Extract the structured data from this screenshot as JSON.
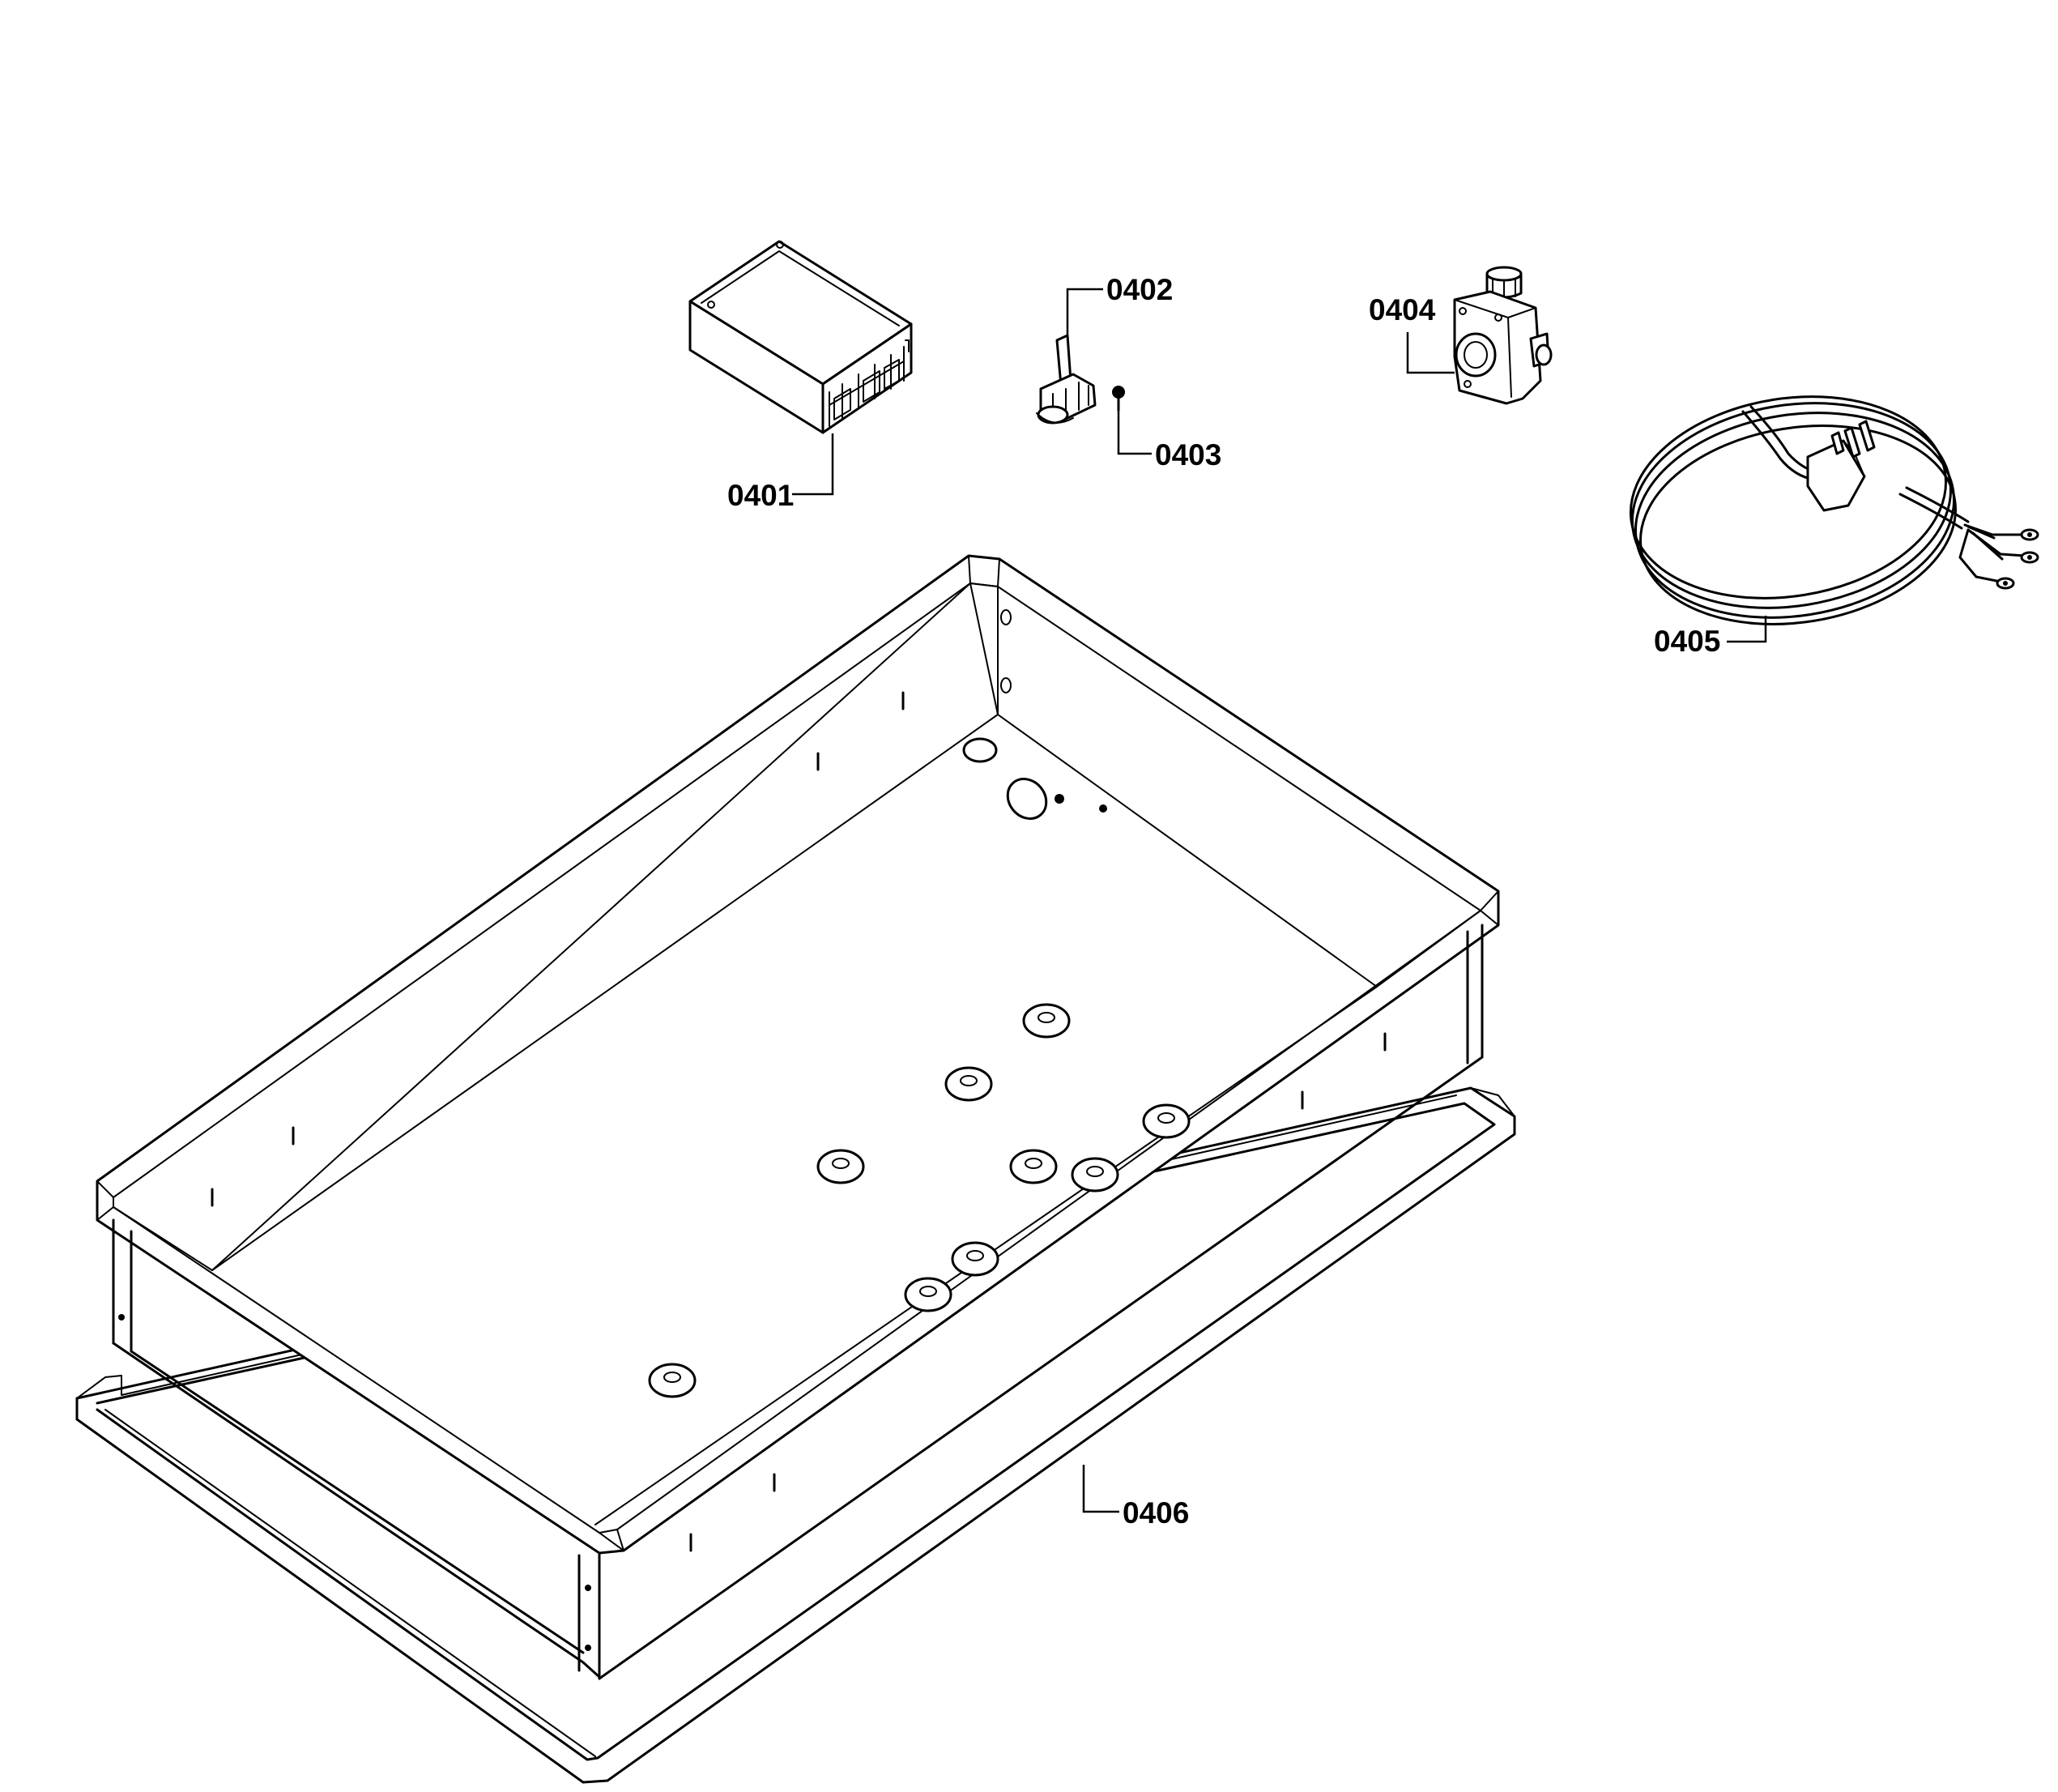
{
  "parts": [
    {
      "id": "0401",
      "name": "terminal-box"
    },
    {
      "id": "0402",
      "name": "terminal-block"
    },
    {
      "id": "0403",
      "name": "screw"
    },
    {
      "id": "0404",
      "name": "gas-pressure-regulator"
    },
    {
      "id": "0405",
      "name": "power-cord"
    },
    {
      "id": "0406",
      "name": "cooktop-tray-with-gasket"
    }
  ],
  "colors": {
    "line": "#000000",
    "background": "#ffffff"
  }
}
